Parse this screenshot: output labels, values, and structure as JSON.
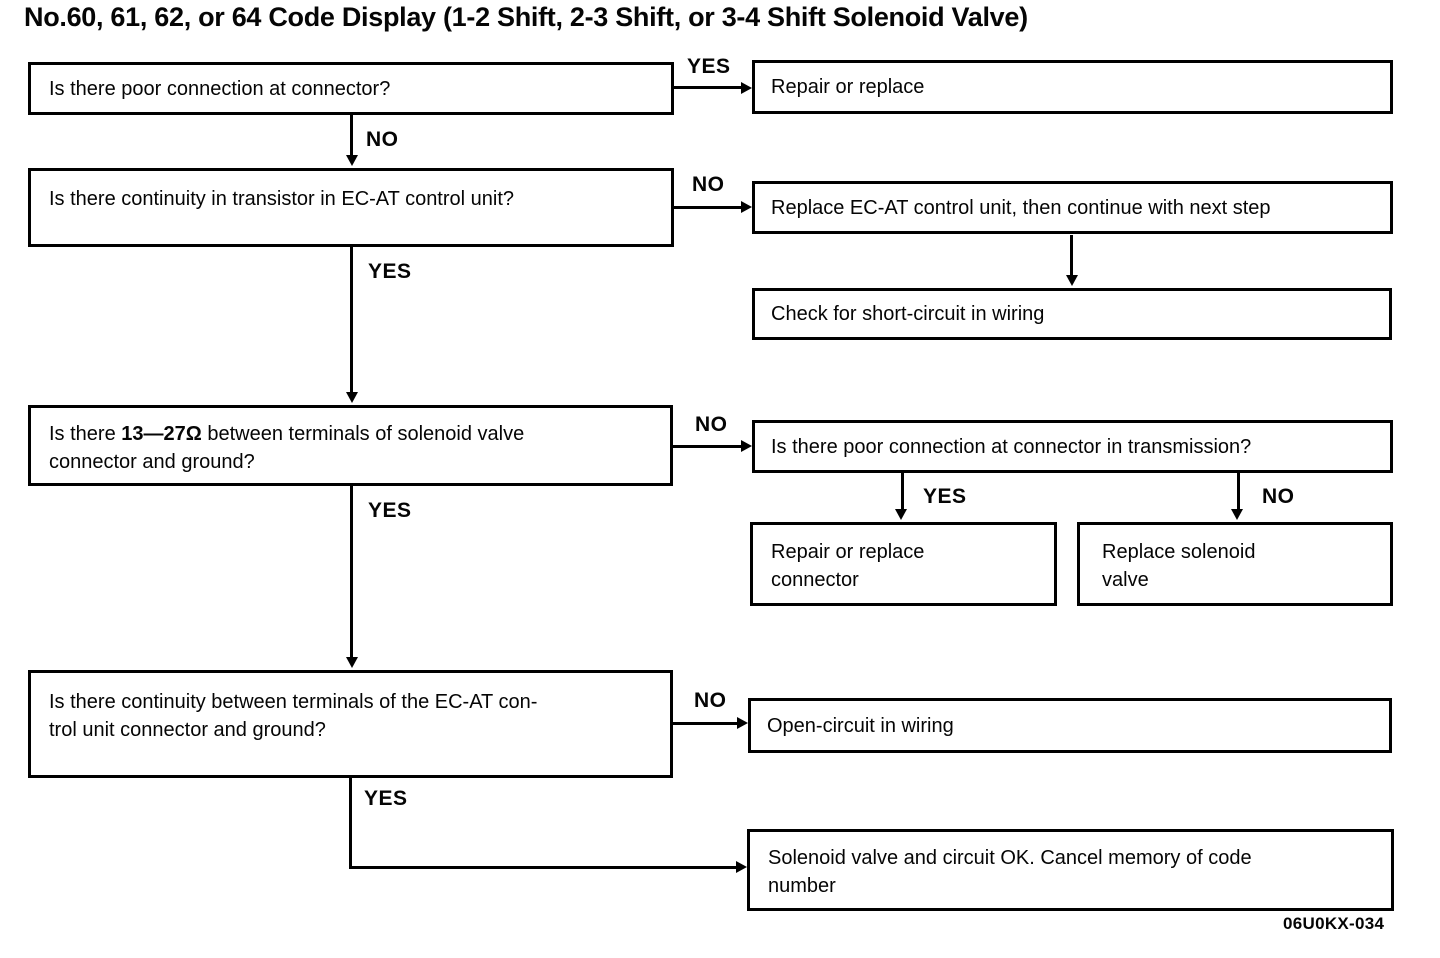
{
  "title": "No.60, 61, 62, or 64 Code Display (1-2 Shift, 2-3 Shift, or 3-4 Shift Solenoid Valve)",
  "figure_code": "06U0KX-034",
  "labels": {
    "yes": "YES",
    "no": "NO"
  },
  "nodes": {
    "q1": {
      "text": "Is there poor connection at connector?"
    },
    "r_repair": {
      "text": "Repair or replace"
    },
    "q2": {
      "text": "Is there continuity in transistor in EC-AT control unit?"
    },
    "r_replace_unit": {
      "text": "Replace EC-AT control unit, then continue with next step"
    },
    "r_check_short": {
      "text": "Check for short-circuit in wiring"
    },
    "q3": {
      "line1_pre": "Is there ",
      "line1_bold": "13—27Ω",
      "line1_post": " between terminals of solenoid valve",
      "line2": "connector and ground?"
    },
    "q_transmission": {
      "text": "Is there poor connection at connector in transmission?"
    },
    "r_repair_connector": {
      "line1": "Repair or replace",
      "line2": "connector"
    },
    "r_replace_solenoid": {
      "line1": "Replace solenoid",
      "line2": "valve"
    },
    "q4": {
      "line1": "Is there continuity between terminals of the EC-AT con-",
      "line2": "trol unit connector and ground?"
    },
    "r_open_circuit": {
      "text": "Open-circuit in wiring"
    },
    "r_ok": {
      "line1": "Solenoid valve and circuit OK. Cancel memory of code",
      "line2": "number"
    }
  }
}
